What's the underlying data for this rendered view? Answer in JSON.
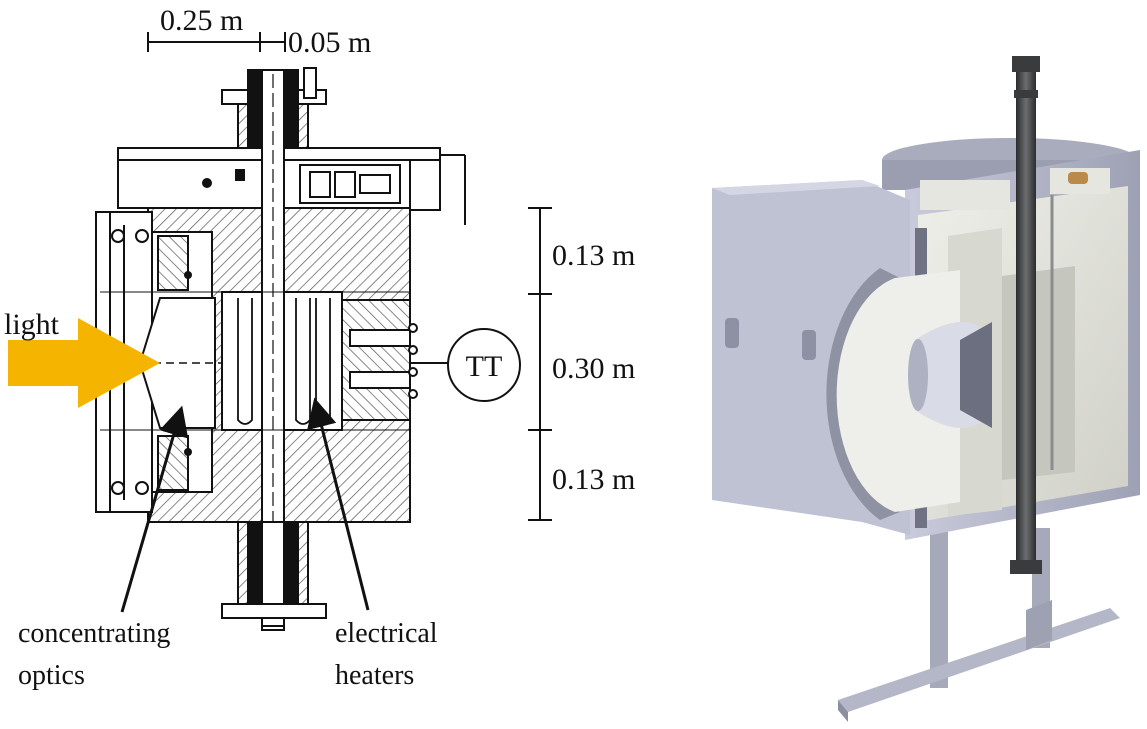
{
  "dimensions": {
    "top_left": "0.25 m",
    "top_right": "0.05 m",
    "right_top": "0.13 m",
    "right_middle": "0.30 m",
    "right_bottom": "0.13 m"
  },
  "labels": {
    "light": "light",
    "sensor": "TT",
    "optics_line1": "concentrating",
    "optics_line2": "optics",
    "heaters_line1": "electrical",
    "heaters_line2": "heaters"
  },
  "colors": {
    "light_arrow": "#f5b400",
    "line": "#111111",
    "hatch": "#444444",
    "model_body": "#b9bccd",
    "model_dark": "#7f8294",
    "model_insulation": "#e3e3dc",
    "model_pipe": "#3d3f40"
  }
}
